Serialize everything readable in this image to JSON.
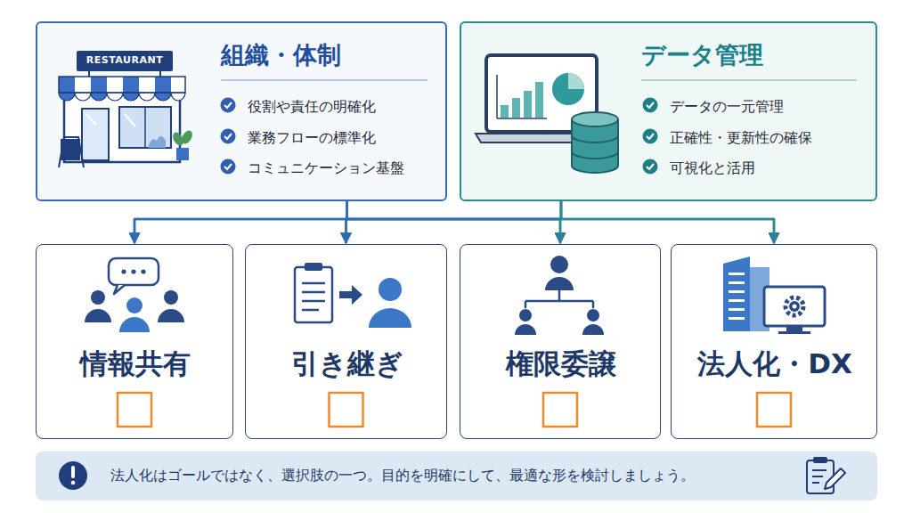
{
  "diagram": {
    "nodes": [
      {
        "text": [
          "組織・体制",
          "役割や責任の明確化",
          "業務フローの標準化",
          "コミュニケーション基盤"
        ]
      },
      {
        "text": [
          "データ管理",
          "データの一元管理",
          "正確性・更新性の確保",
          "可視化と活用"
        ]
      },
      {
        "text": [
          "情報共有"
        ]
      },
      {
        "text": [
          "引き継ぎ"
        ]
      },
      {
        "text": [
          "権限委譲"
        ]
      },
      {
        "text": [
          "法人化・DX"
        ]
      },
      {
        "text": [
          "法人化はゴールではなく、選択肢の一つ。目的を明確にして、最適な形を検討しましょう。"
        ]
      }
    ],
    "edges": [
      {
        "from": 1,
        "to": 2,
        "arrow": "to"
      },
      {
        "from": 1,
        "to": 3,
        "arrow": "to"
      },
      {
        "from": 0,
        "to": 4,
        "arrow": "to"
      },
      {
        "from": 0,
        "to": 5,
        "arrow": "to"
      },
      {
        "from": 0,
        "to": 2,
        "arrow": "to"
      },
      {
        "from": 0,
        "to": 3,
        "arrow": "to"
      },
      {
        "from": 1,
        "to": 4,
        "arrow": "to"
      },
      {
        "from": 1,
        "to": 5,
        "arrow": "to"
      }
    ],
    "labels": [
      "RESTAURANT"
    ]
  }
}
